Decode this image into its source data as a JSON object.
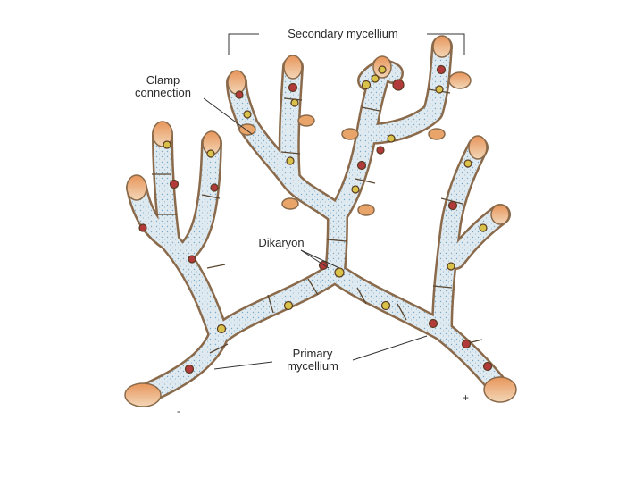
{
  "diagram": {
    "labels": {
      "secondary_mycelium": "Secondary mycellium",
      "clamp_connection_line1": "Clamp",
      "clamp_connection_line2": "connection",
      "dikaryon": "Dikaryon",
      "primary_mycelium_line1": "Primary",
      "primary_mycelium_line2": "mycellium",
      "minus_sign": "-",
      "plus_sign": "+"
    },
    "colors": {
      "hypha_fill": "#dde9ef",
      "hypha_outline": "#8a6a4a",
      "tip_orange": "#e9a46a",
      "nucleus_red": "#b23a3a",
      "nucleus_yellow": "#d8c24a",
      "stipple": "#6fa0c0"
    }
  }
}
